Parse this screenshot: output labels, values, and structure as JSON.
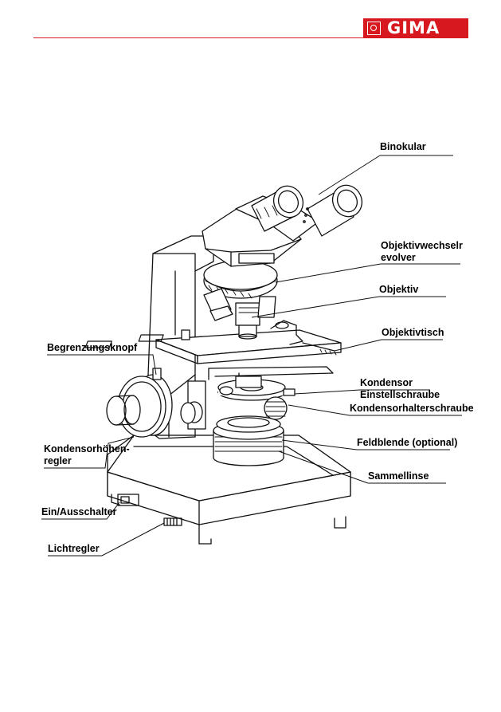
{
  "header": {
    "brand": "GIMA",
    "brand_color": "#d7191f",
    "logo_icon": "gima-seal-icon"
  },
  "labels": {
    "binokular": "Binokular",
    "revolver_line1": "Objektivwechselr",
    "revolver_line2": "evolver",
    "objektiv": "Objektiv",
    "objektivtisch": "Objektivtisch",
    "begrenzungsknopf": "Begrenzungsknopf",
    "kondensor_line1": "Kondensor",
    "kondensor_line2": "Einstellschraube",
    "kondensorhalterschraube": "Kondensorhalterschraube",
    "kondensorhoehen_line1": "Kondensorhöhen-",
    "kondensorhoehen_line2": "regler",
    "feldblende": "Feldblende (optional)",
    "sammellinse": "Sammellinse",
    "schalter": "Ein/Ausschalter",
    "lichtregler": "Lichtregler"
  }
}
